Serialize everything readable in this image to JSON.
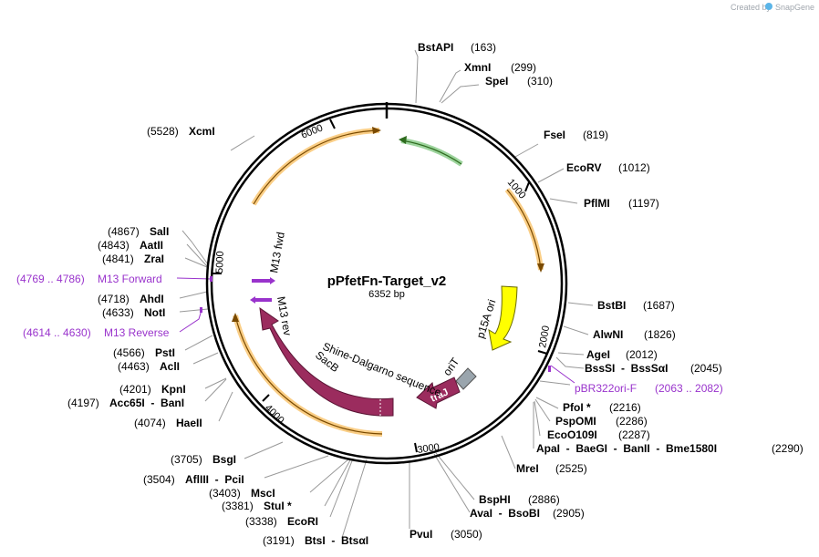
{
  "credit": {
    "text": "Created by",
    "brand": "SnapGene",
    "logo_icon": "snapgene-logo-icon"
  },
  "plasmid": {
    "name": "pPfetFn-Target_v2",
    "length": "6352 bp"
  },
  "ticks": [
    "1000",
    "2000",
    "3000",
    "4000",
    "5000",
    "6000"
  ],
  "features": {
    "p15a_ori": "p15A ori",
    "orit": "oriT",
    "traj": "traJ",
    "sacb": "SacB",
    "shine": "Shine-Dalgarno sequence",
    "m13fwd": "M13 fwd",
    "m13rev": "M13 rev"
  },
  "colors": {
    "backbone": "#000000",
    "orange_feature": "#f5a623",
    "green_feature": "#5cb85c",
    "ori": "#ffff00",
    "sacb": "#9b2c5e",
    "orit": "#9aa5ad",
    "primer": "#9933cc",
    "leader": "#999999"
  },
  "sites_right": [
    {
      "name": "BstAPI",
      "pos": "(163)"
    },
    {
      "name": "XmnI",
      "pos": "(299)"
    },
    {
      "name": "SpeI",
      "pos": "(310)"
    },
    {
      "name": "FseI",
      "pos": "(819)"
    },
    {
      "name": "EcoRV",
      "pos": "(1012)"
    },
    {
      "name": "PflMI",
      "pos": "(1197)"
    },
    {
      "name": "BstBI",
      "pos": "(1687)"
    },
    {
      "name": "AlwNI",
      "pos": "(1826)"
    },
    {
      "name": "AgeI",
      "pos": "(2012)"
    },
    {
      "name": "BssSI  -  BssSαI",
      "pos": "(2045)"
    },
    {
      "name": "PfoI *",
      "pos": "(2216)"
    },
    {
      "name": "PspOMI",
      "pos": "(2286)"
    },
    {
      "name": "EcoO109I",
      "pos": "(2287)"
    },
    {
      "name": "ApaI  -  BaeGI  -  BanII  -  Bme1580I",
      "pos": "(2290)"
    },
    {
      "name": "MreI",
      "pos": "(2525)"
    },
    {
      "name": "BspHI",
      "pos": "(2886)"
    },
    {
      "name": "AvaI  -  BsoBI",
      "pos": "(2905)"
    },
    {
      "name": "PvuI",
      "pos": "(3050)"
    }
  ],
  "primer_right": {
    "name": "pBR322ori-F",
    "pos": "(2063 .. 2082)"
  },
  "sites_left": [
    {
      "name": "XcmI",
      "pos": "(5528)"
    },
    {
      "name": "SalI",
      "pos": "(4867)"
    },
    {
      "name": "AatII",
      "pos": "(4843)"
    },
    {
      "name": "ZraI",
      "pos": "(4841)"
    },
    {
      "name": "AhdI",
      "pos": "(4718)"
    },
    {
      "name": "NotI",
      "pos": "(4633)"
    },
    {
      "name": "PstI",
      "pos": "(4566)"
    },
    {
      "name": "AclI",
      "pos": "(4463)"
    },
    {
      "name": "KpnI",
      "pos": "(4201)"
    },
    {
      "name": "Acc65I  -  BanI",
      "pos": "(4197)"
    },
    {
      "name": "HaeII",
      "pos": "(4074)"
    },
    {
      "name": "BsgI",
      "pos": "(3705)"
    },
    {
      "name": "AflIII  -  PciI",
      "pos": "(3504)"
    },
    {
      "name": "MscI",
      "pos": "(3403)"
    },
    {
      "name": "StuI *",
      "pos": "(3381)"
    },
    {
      "name": "EcoRI",
      "pos": "(3338)"
    },
    {
      "name": "BtsI  -  BtsαI",
      "pos": "(3191)"
    }
  ],
  "primers_left": [
    {
      "name": "M13 Forward",
      "pos": "(4769 .. 4786)"
    },
    {
      "name": "M13 Reverse",
      "pos": "(4614 .. 4630)"
    }
  ]
}
